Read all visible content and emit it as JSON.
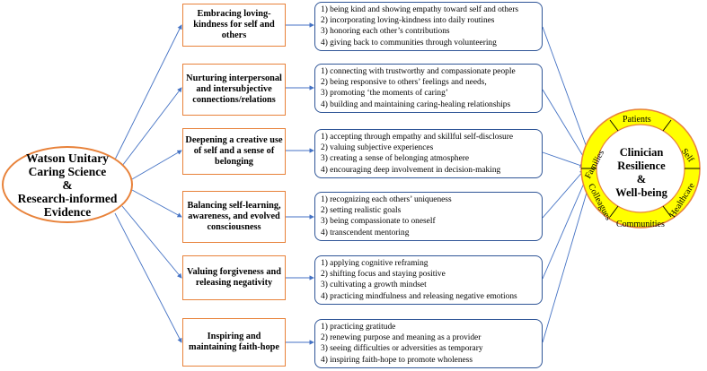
{
  "source": {
    "lines": [
      "Watson Unitary",
      "Caring Science",
      "&",
      "Research-informed",
      "Evidence"
    ]
  },
  "themes": [
    {
      "title": "Embracing loving-kindness for self and others",
      "practices": [
        "1) being kind and showing empathy toward self and others",
        "2) incorporating loving-kindness into daily routines",
        "3) honoring each other’s contributions",
        "4) giving back to communities through volunteering"
      ]
    },
    {
      "title": "Nurturing interpersonal and intersubjective connections/relations",
      "practices": [
        "1) connecting with trustworthy and compassionate people",
        "2) being responsive to others’ feelings and needs,",
        "3) promoting ‘the moments of caring’",
        "4) building and maintaining caring-healing relationships"
      ]
    },
    {
      "title": "Deepening a creative use of self and a sense of belonging",
      "practices": [
        "1) accepting through empathy and skillful self-disclosure",
        "2) valuing subjective experiences",
        "3) creating a sense of belonging atmosphere",
        "4) encouraging deep involvement in decision-making"
      ]
    },
    {
      "title": "Balancing self-learning, awareness, and evolved consciousness",
      "practices": [
        "1) recognizing each others’ uniqueness",
        "2) setting realistic goals",
        "3) being compassionate to oneself",
        "4) transcendent mentoring"
      ]
    },
    {
      "title": "Valuing forgiveness and releasing negativity",
      "practices": [
        "1) applying cognitive reframing",
        "2) shifting focus and staying positive",
        "3) cultivating a growth mindset",
        "4) practicing mindfulness and releasing negative emotions"
      ]
    },
    {
      "title": "Inspiring and maintaining faith-hope",
      "practices": [
        "1) practicing gratitude",
        "2) renewing purpose and meaning as a provider",
        "3) seeing difficulties or adversities as temporary",
        "4) inspiring faith-hope to promote wholeness"
      ]
    }
  ],
  "outcome": {
    "center_lines": [
      "Clinician",
      "Resilience &",
      "Well-being"
    ],
    "ring_labels": {
      "patients": "Patients",
      "self": "Self",
      "families": "Families",
      "colleagues": "Colleagues",
      "communities": "Communities",
      "healthcare": "Healthcare"
    },
    "colors": {
      "ring": "#ffff00",
      "stroke": "#e8823a",
      "divider": "#000000"
    }
  },
  "colors": {
    "theme_border": "#e8823a",
    "practice_border": "#2f5597",
    "arrow": "#4472c4"
  }
}
